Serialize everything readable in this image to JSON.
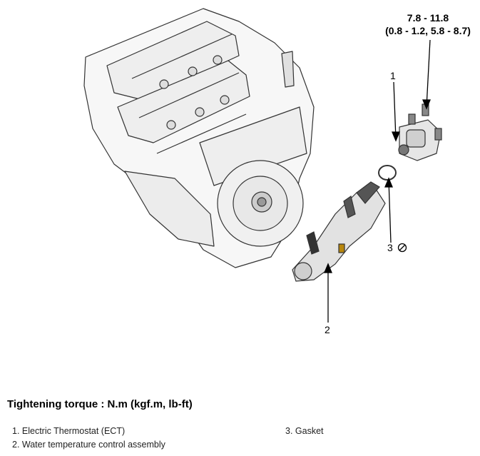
{
  "torque": {
    "line1": "7.8 - 11.8",
    "line2": "(0.8 - 1.2, 5.8 - 8.7)"
  },
  "callouts": {
    "c1": "1",
    "c2": "2",
    "c3": "3"
  },
  "heading": "Tightening torque : N.m (kgf.m, lb-ft)",
  "legend": [
    "1. Electric Thermostat (ECT)",
    "2. Water temperature control assembly",
    "3. Gasket"
  ],
  "icons": {
    "no_reuse": "prohibited-circle-icon"
  }
}
